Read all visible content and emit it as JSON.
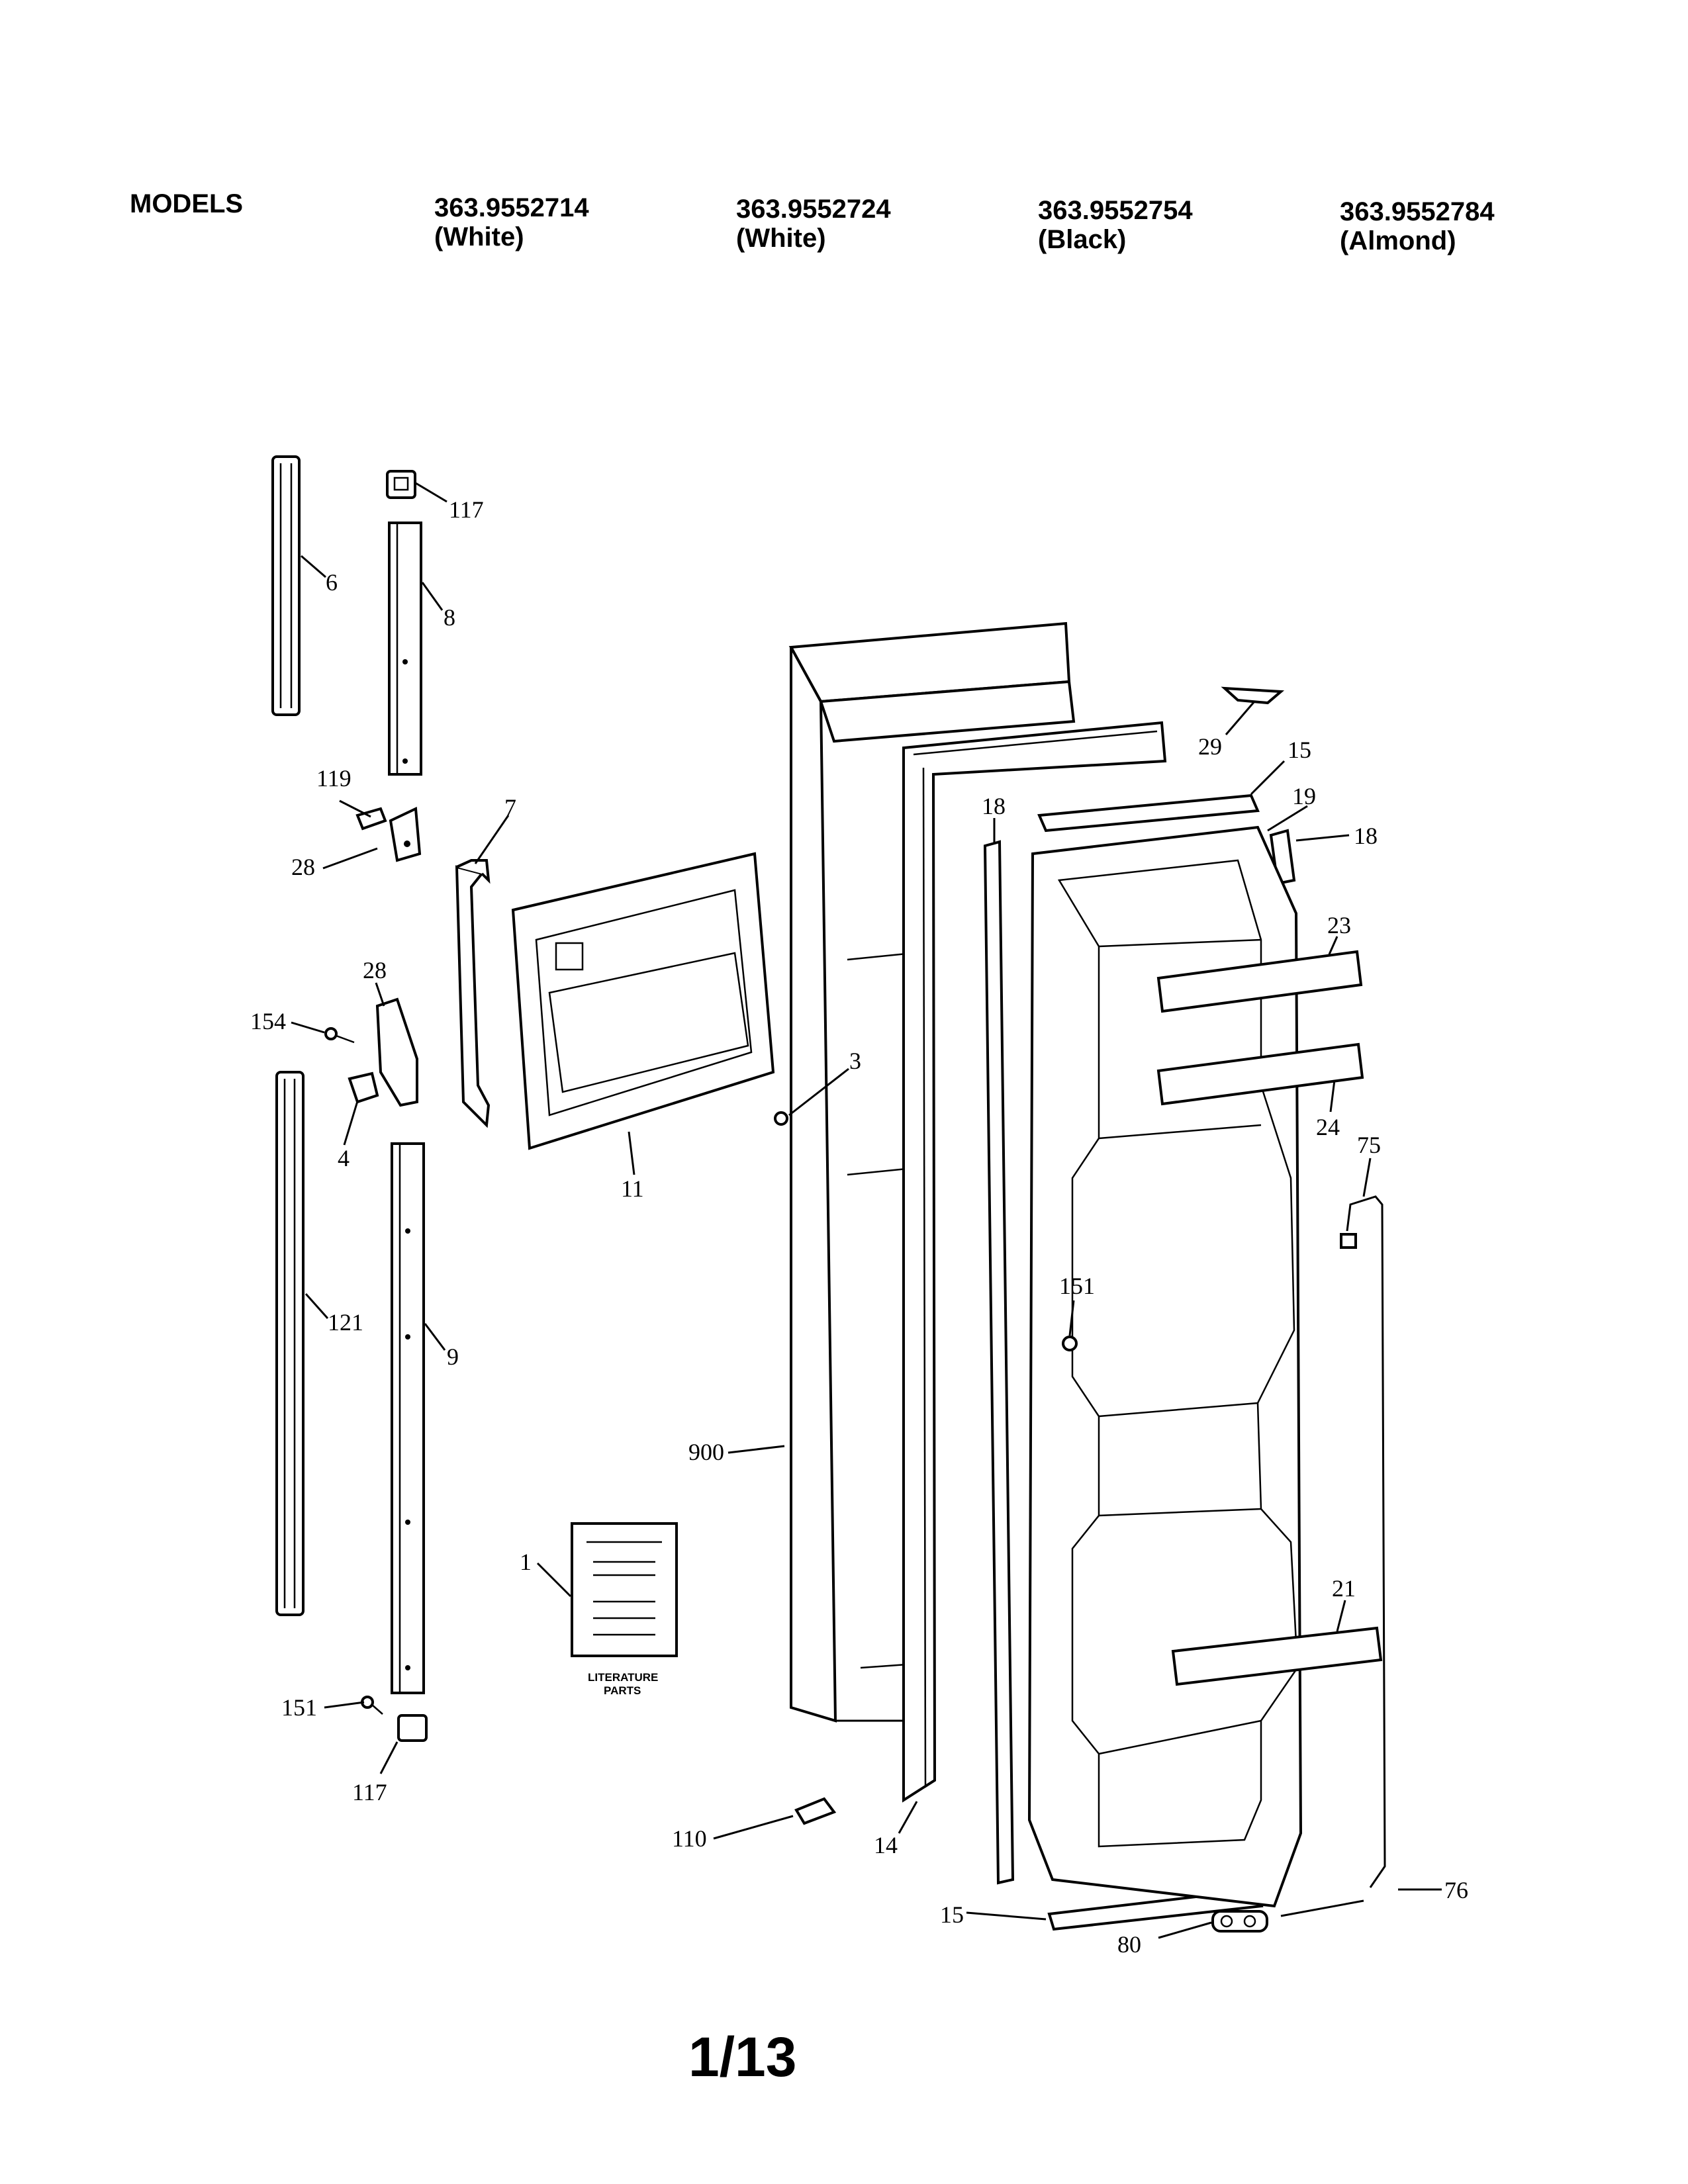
{
  "header": {
    "models_label": "MODELS",
    "models": [
      {
        "number": "363.9552714",
        "color": "(White)"
      },
      {
        "number": "363.9552724",
        "color": "(White)"
      },
      {
        "number": "363.9552754",
        "color": "(Black)"
      },
      {
        "number": "363.9552784",
        "color": "(Almond)"
      }
    ]
  },
  "callouts": {
    "p117a": "117",
    "p6": "6",
    "p8": "8",
    "p119": "119",
    "p28a": "28",
    "p7": "7",
    "p28b": "28",
    "p154": "154",
    "p4": "4",
    "p11": "11",
    "p3": "3",
    "p121": "121",
    "p9": "9",
    "p900": "900",
    "p1": "1",
    "p151a": "151",
    "p117b": "117",
    "p110": "110",
    "p14": "14",
    "p18a": "18",
    "p29": "29",
    "p15a": "15",
    "p19": "19",
    "p18b": "18",
    "p23": "23",
    "p24": "24",
    "p75": "75",
    "p151b": "151",
    "p21": "21",
    "p15b": "15",
    "p80": "80",
    "p76": "76"
  },
  "literature": {
    "line1": "LITERATURE",
    "line2": "PARTS"
  },
  "page_number": "1/13"
}
